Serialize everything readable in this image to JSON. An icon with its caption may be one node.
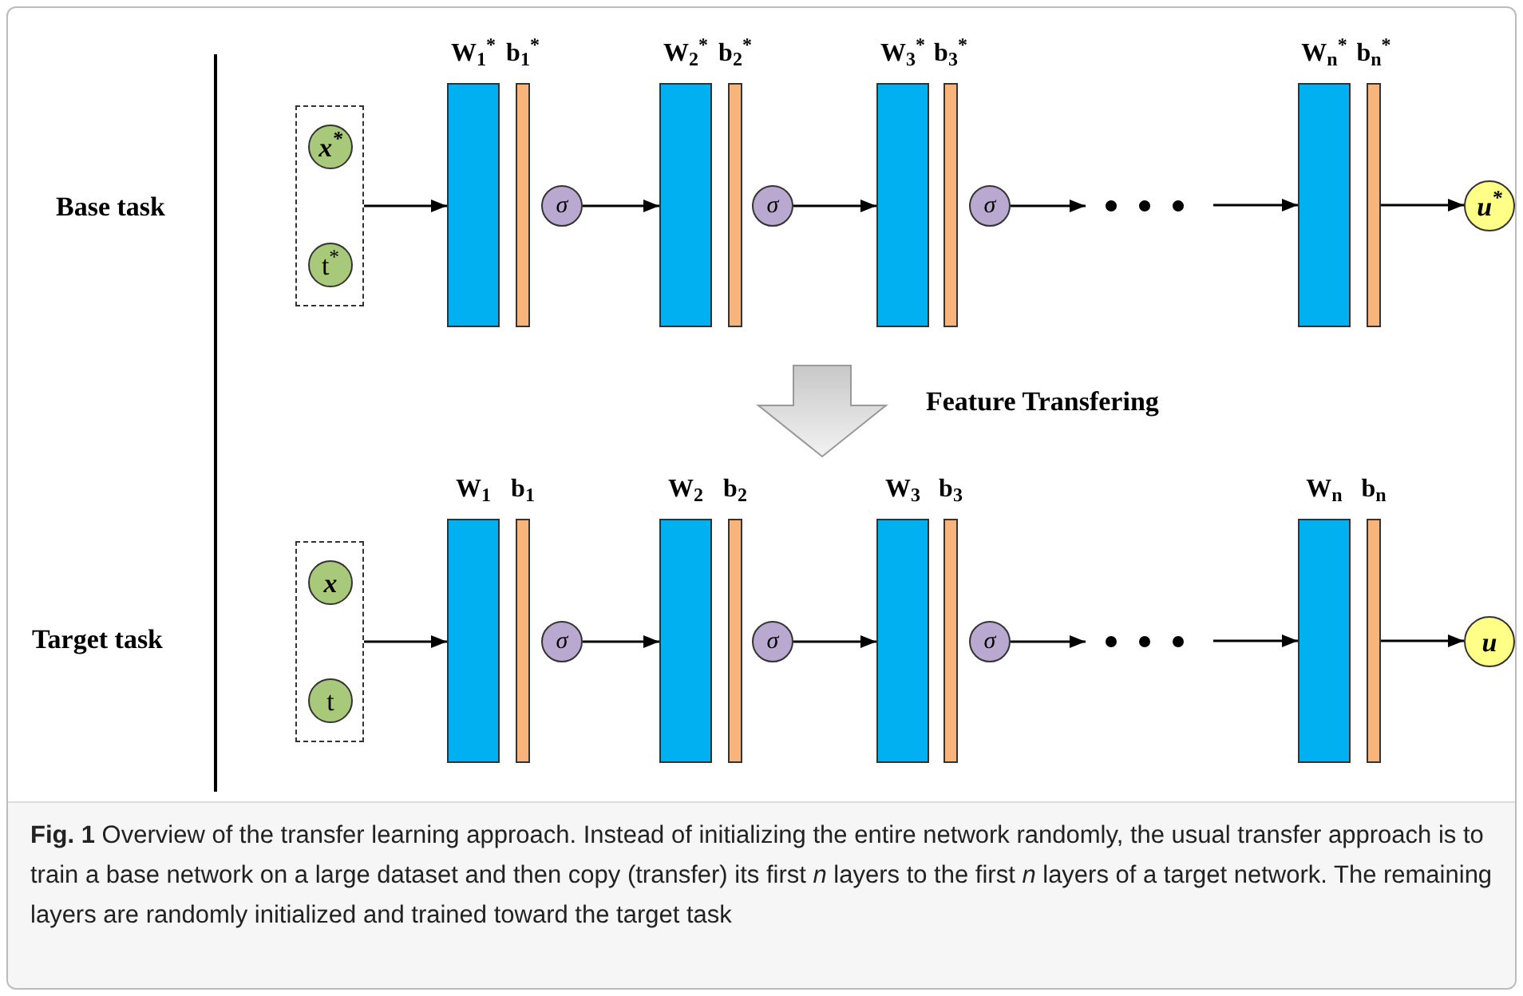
{
  "diagram": {
    "caption": "**Fig. 1** Overview of the transfer learning approach. Instead of initializing the entire network randomly, the usual transfer approach is to train a base network on a large dataset and then copy (transfer) its first *n* layers to the first *n* layers of a target network. The remaining layers are randomly initialized and trained toward the target task",
    "nodes": [
      {
        "text": [],
        "shape": "box"
      },
      {
        "text": [
          "*x*$^{*}$"
        ],
        "in": 0
      },
      {
        "text": [
          "t$^{*}$"
        ],
        "in": 0
      },
      {
        "text": [
          "W$_{1}$$^{*}$"
        ]
      },
      {
        "text": [
          "b$_{1}$$^{*}$"
        ]
      },
      {
        "text": [
          "σ"
        ]
      },
      {
        "text": [
          "W$_{2}$$^{*}$"
        ]
      },
      {
        "text": [
          "b$_{2}$$^{*}$"
        ]
      },
      {
        "text": [
          "σ"
        ]
      },
      {
        "text": [
          "W$_{3}$$^{*}$"
        ]
      },
      {
        "text": [
          "b$_{3}$$^{*}$"
        ]
      },
      {
        "text": [
          "σ"
        ]
      },
      {
        "text": [
          "W$_{n}$$^{*}$"
        ]
      },
      {
        "text": [
          "b$_{n}$$^{*}$"
        ]
      },
      {
        "text": [
          "*u*$^{*}$"
        ]
      },
      {
        "text": [],
        "shape": "box"
      },
      {
        "text": [
          "x"
        ],
        "in": 15
      },
      {
        "text": [
          "t"
        ],
        "in": 15
      },
      {
        "text": [
          "W$_{1}$"
        ]
      },
      {
        "text": [
          "b$_{1}$"
        ]
      },
      {
        "text": [
          "σ"
        ]
      },
      {
        "text": [
          "W$_{2}$"
        ]
      },
      {
        "text": [
          "b$_{2}$"
        ]
      },
      {
        "text": [
          "σ"
        ]
      },
      {
        "text": [
          "W$_{3}$"
        ]
      },
      {
        "text": [
          "b$_{3}$"
        ]
      },
      {
        "text": [
          "σ"
        ]
      },
      {
        "text": [
          "W$_{n}$"
        ]
      },
      {
        "text": [
          "b$_{n}$"
        ]
      },
      {
        "text": [
          "u"
        ]
      }
    ],
    "edges": [
      {
        "from": 0,
        "to": 3,
        "arrow": "to"
      },
      {
        "from": 5,
        "to": 6,
        "arrow": "to"
      },
      {
        "from": 8,
        "to": 9,
        "arrow": "to"
      },
      {
        "from": 11,
        "to": null,
        "arrow": "to"
      },
      {
        "from": null,
        "to": 12,
        "arrow": "to"
      },
      {
        "from": 13,
        "to": 14,
        "arrow": "to"
      },
      {
        "from": 15,
        "to": 18,
        "arrow": "to"
      },
      {
        "from": 20,
        "to": 21,
        "arrow": "to"
      },
      {
        "from": 23,
        "to": 24,
        "arrow": "to"
      },
      {
        "from": 26,
        "to": null,
        "arrow": "to"
      },
      {
        "from": null,
        "to": 27,
        "arrow": "to"
      },
      {
        "from": 28,
        "to": 29,
        "arrow": "to"
      }
    ],
    "labels": [
      "Base task",
      "Feature Transfering",
      "Target task"
    ]
  }
}
